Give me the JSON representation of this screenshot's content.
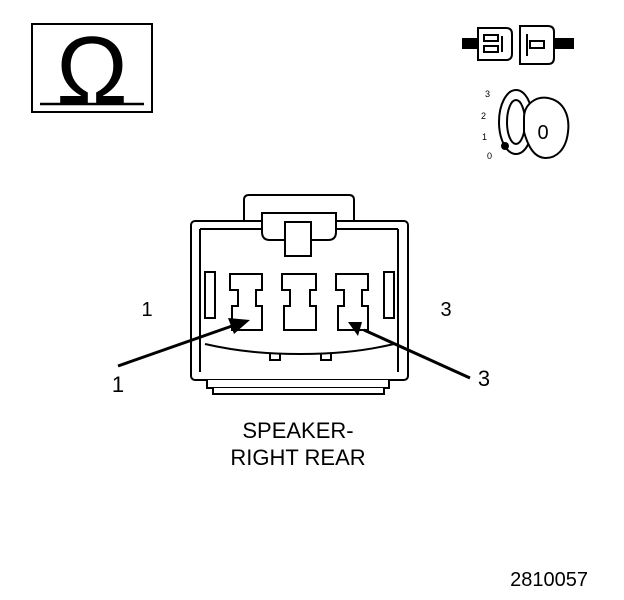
{
  "meter": {
    "symbol": "Ω",
    "key_positions": [
      "3",
      "2",
      "1",
      "0"
    ],
    "key_label": "0"
  },
  "connector": {
    "pin_left": "1",
    "pin_right": "3",
    "arrow_left": "1",
    "arrow_right": "3"
  },
  "caption": {
    "line1": "SPEAKER-",
    "line2": "RIGHT REAR"
  },
  "figure_number": "2810057"
}
